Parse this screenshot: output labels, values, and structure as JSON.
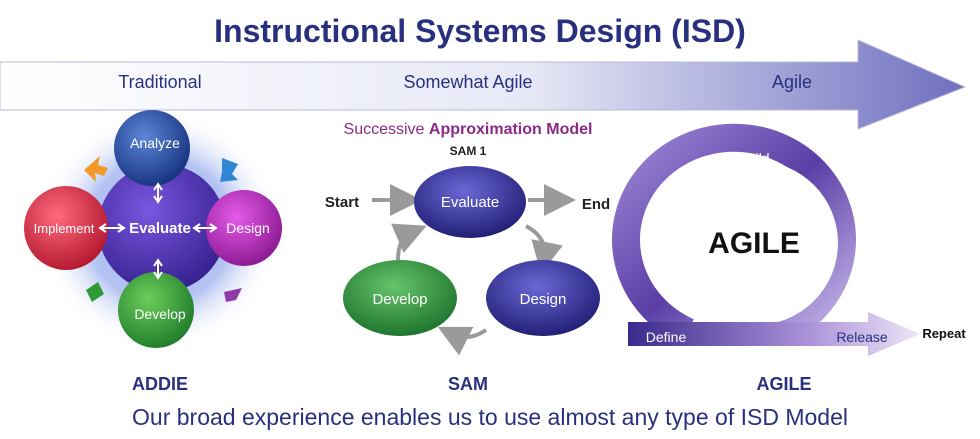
{
  "title": "Instructional Systems Design (ISD)",
  "scale": {
    "traditional": "Traditional",
    "somewhat_agile": "Somewhat Agile",
    "agile": "Agile"
  },
  "addie": {
    "analyze": "Analyze",
    "design": "Design",
    "develop": "Develop",
    "implement": "Implement",
    "evaluate": "Evaluate",
    "caption": "ADDIE"
  },
  "sam": {
    "title_prefix": "Successive ",
    "title_emphasis": "Approximation Model",
    "subtitle": "SAM 1",
    "start": "Start",
    "end": "End",
    "evaluate": "Evaluate",
    "design": "Design",
    "develop": "Develop",
    "caption": "SAM"
  },
  "agile": {
    "center": "AGILE",
    "build": "Build",
    "define": "Define",
    "release": "Release",
    "repeat": "Repeat",
    "caption": "AGILE"
  },
  "footer": "Our broad experience enables us to use almost any type of ISD Model",
  "colors": {
    "navy": "#28307f",
    "purple": "#8b2a86",
    "analyze": "#2c4fa6",
    "design": "#b42ac0",
    "develop": "#2f9a36",
    "implement": "#d83048",
    "evaluate": "#4a2ab8",
    "agile_ring": "#6d4fb0"
  }
}
